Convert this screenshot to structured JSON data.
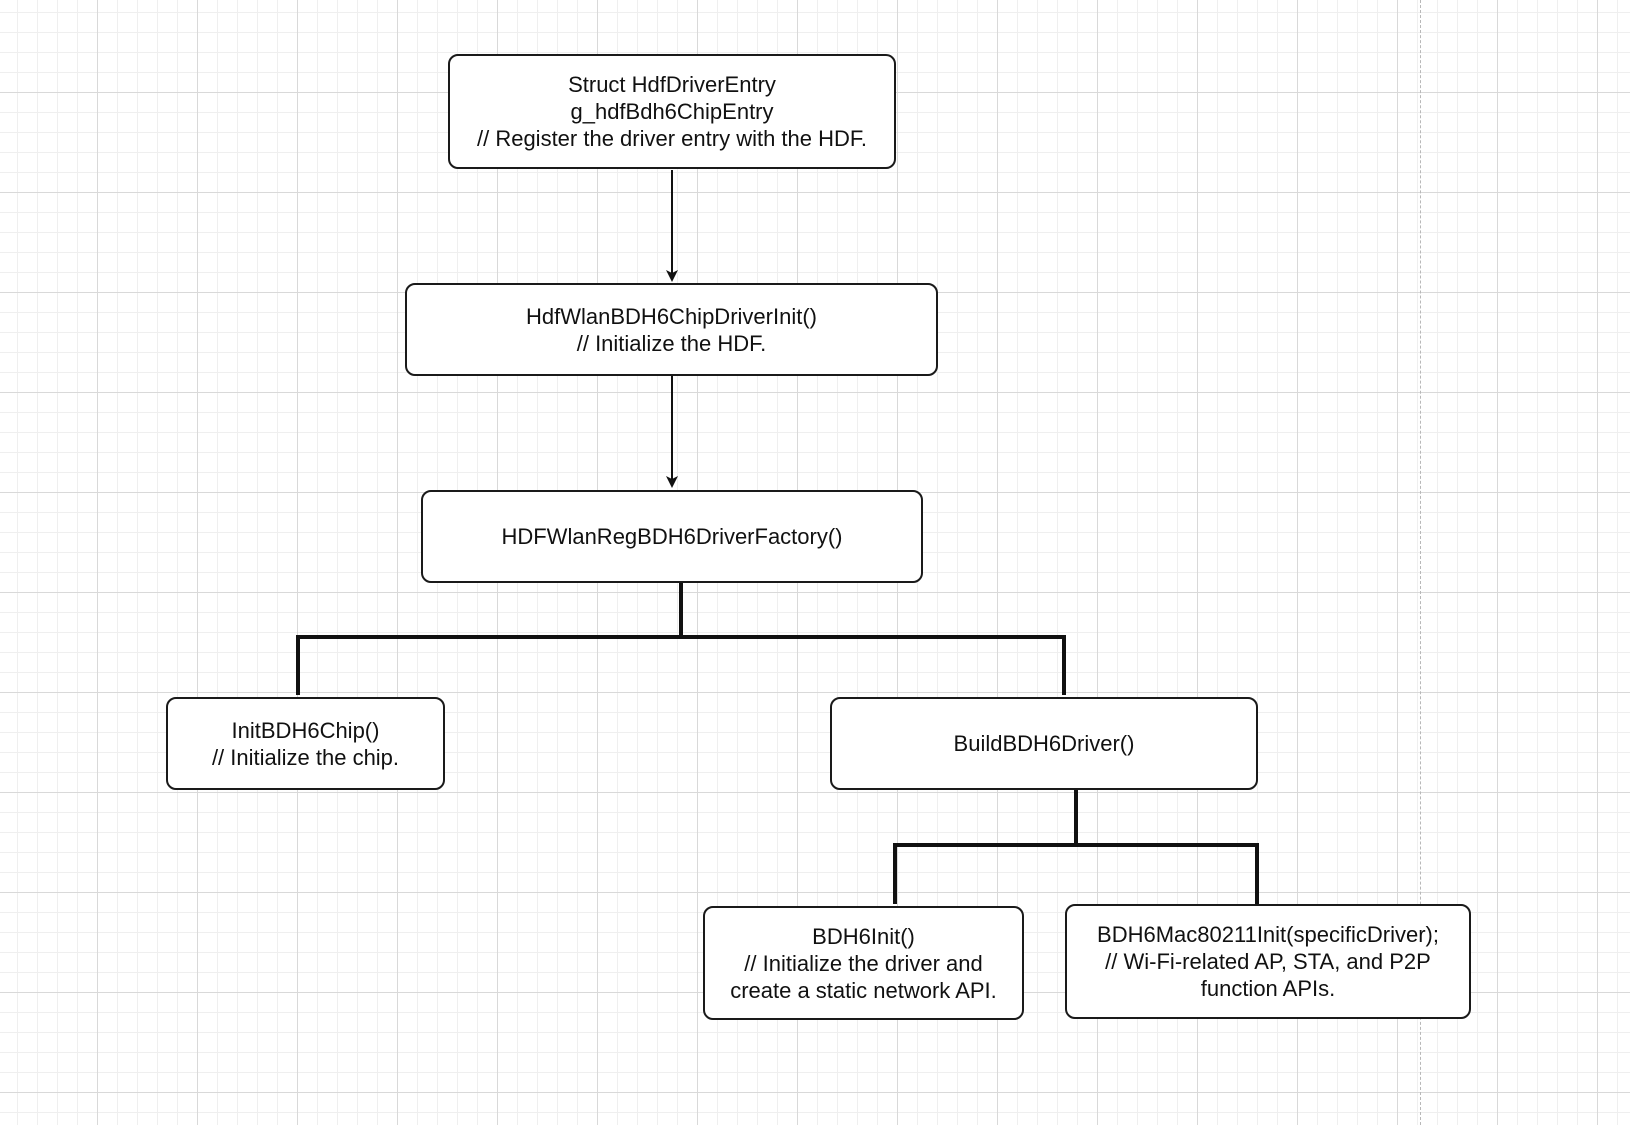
{
  "diagram": {
    "nodes": [
      {
        "id": "driver-entry",
        "lines": [
          "Struct HdfDriverEntry",
          "g_hdfBdh6ChipEntry",
          "// Register the driver entry with the HDF."
        ]
      },
      {
        "id": "chip-driver-init",
        "lines": [
          "HdfWlanBDH6ChipDriverInit()",
          "// Initialize the HDF."
        ]
      },
      {
        "id": "driver-factory",
        "lines": [
          "HDFWlanRegBDH6DriverFactory()"
        ]
      },
      {
        "id": "init-chip",
        "lines": [
          "InitBDH6Chip()",
          "// Initialize the chip."
        ]
      },
      {
        "id": "build-driver",
        "lines": [
          "BuildBDH6Driver()"
        ]
      },
      {
        "id": "bdh6-init",
        "lines": [
          "BDH6Init()",
          "// Initialize the driver and",
          "create a static network API."
        ]
      },
      {
        "id": "mac80211-init",
        "lines": [
          "BDH6Mac80211Init(specificDriver);",
          "// Wi-Fi-related AP, STA, and P2P",
          "function APIs."
        ]
      }
    ],
    "edges": [
      {
        "from": "driver-entry",
        "to": "chip-driver-init",
        "style": "arrow"
      },
      {
        "from": "chip-driver-init",
        "to": "driver-factory",
        "style": "arrow"
      },
      {
        "from": "driver-factory",
        "to": "init-chip",
        "style": "bracket"
      },
      {
        "from": "driver-factory",
        "to": "build-driver",
        "style": "bracket"
      },
      {
        "from": "build-driver",
        "to": "bdh6-init",
        "style": "bracket"
      },
      {
        "from": "build-driver",
        "to": "mac80211-init",
        "style": "bracket"
      }
    ]
  }
}
